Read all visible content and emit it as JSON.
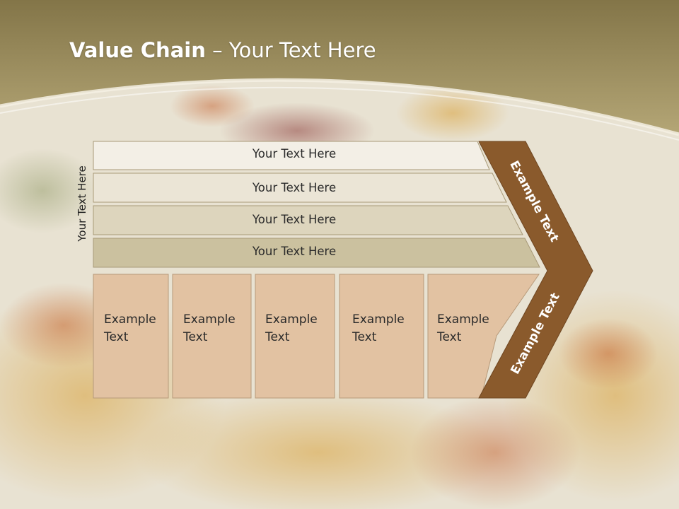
{
  "slide": {
    "title_bold": "Value Chain",
    "title_rest": " – Your Text Here",
    "side_label": "Your Text Here"
  },
  "bars": [
    {
      "label": "Your Text Here"
    },
    {
      "label": "Your Text Here"
    },
    {
      "label": "Your Text Here"
    },
    {
      "label": "Your Text Here"
    }
  ],
  "boxes": [
    {
      "line1": "Example",
      "line2": "Text"
    },
    {
      "line1": "Example",
      "line2": "Text"
    },
    {
      "line1": "Example",
      "line2": "Text"
    },
    {
      "line1": "Example",
      "line2": "Text"
    },
    {
      "line1": "Example",
      "line2": "Text"
    }
  ],
  "chevron": {
    "upper_label": "Example Text",
    "lower_label": "Example Text"
  },
  "colors": {
    "header": "#9e8f5e",
    "chevron": "#8a5a2c",
    "box_fill": "#e2c2a2",
    "bar_fills": [
      "#f3efe6",
      "#ebe5d6",
      "#ddd5bd",
      "#cbc19f"
    ]
  }
}
